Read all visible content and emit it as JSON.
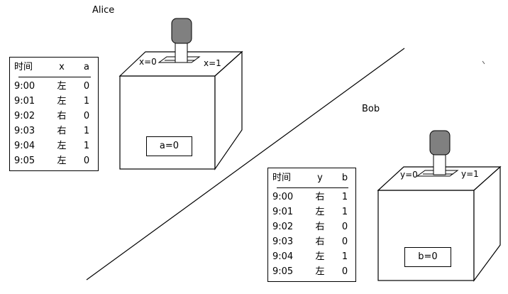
{
  "alice": {
    "name": "Alice",
    "left_label": "x=0",
    "right_label": "x=1",
    "display": "a=0",
    "table": {
      "headers": [
        "时间",
        "x",
        "a"
      ],
      "rows": [
        [
          "9:00",
          "左",
          "0"
        ],
        [
          "9:01",
          "左",
          "1"
        ],
        [
          "9:02",
          "右",
          "0"
        ],
        [
          "9:03",
          "右",
          "1"
        ],
        [
          "9:04",
          "左",
          "1"
        ],
        [
          "9:05",
          "左",
          "0"
        ]
      ]
    }
  },
  "bob": {
    "name": "Bob",
    "left_label": "y=0",
    "right_label": "y=1",
    "display": "b=0",
    "table": {
      "headers": [
        "时间",
        "y",
        "b"
      ],
      "rows": [
        [
          "9:00",
          "右",
          "1"
        ],
        [
          "9:01",
          "左",
          "1"
        ],
        [
          "9:02",
          "右",
          "0"
        ],
        [
          "9:03",
          "右",
          "0"
        ],
        [
          "9:04",
          "左",
          "1"
        ],
        [
          "9:05",
          "左",
          "0"
        ]
      ]
    }
  },
  "colors": {
    "line": "#000000",
    "knob": "#808080",
    "background": "#ffffff"
  }
}
